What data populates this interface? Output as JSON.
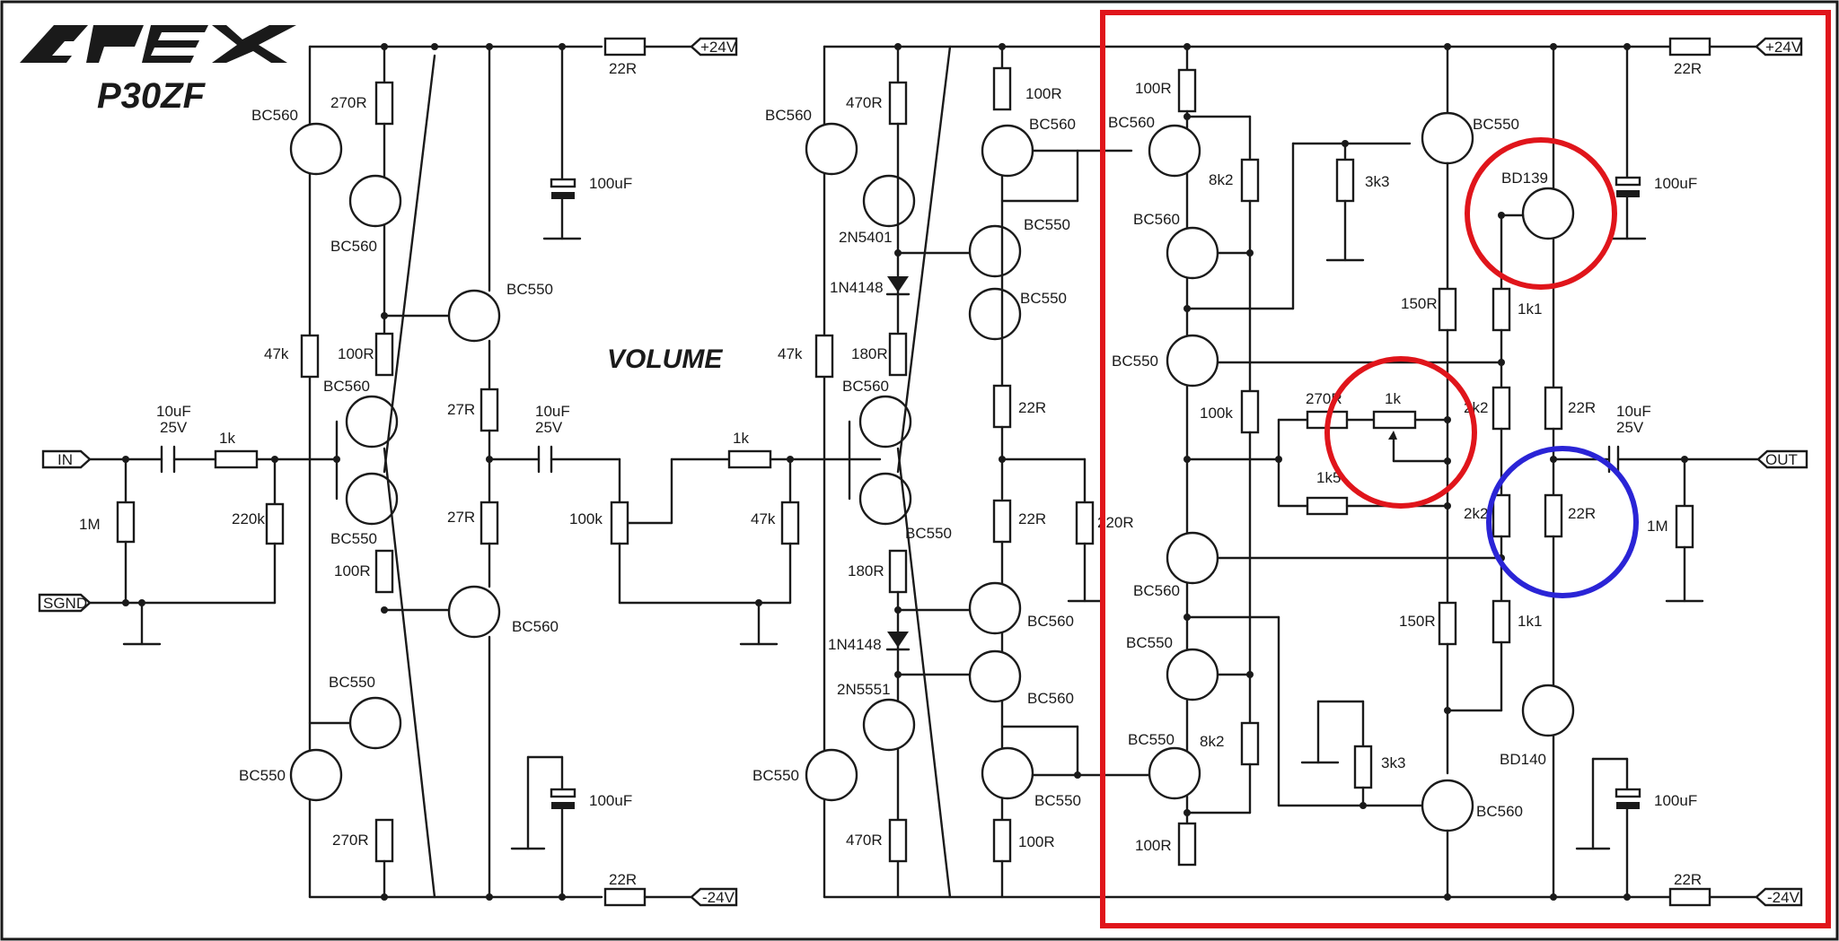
{
  "brand": {
    "logo_text": "APEX",
    "model": "P30ZF"
  },
  "volume_label": "VOLUME",
  "connectors": {
    "in": "IN",
    "sgnd": "SGND",
    "out": "OUT",
    "vplus_left": "+24V",
    "vminus_left": "-24V",
    "vplus_right": "+24V",
    "vminus_right": "-24V"
  },
  "components": {
    "input_cap": "10uF",
    "input_cap_v": "25V",
    "r_in_series": "1k",
    "r_in_1m": "1M",
    "r_in_220k": "220k",
    "q1": "BC560",
    "r_270_top": "270R",
    "q2": "BC560",
    "r_47k_left": "47k",
    "r_100r_left": "100R",
    "q3": "BC560",
    "q4": "BC550",
    "r_100r_left_b": "100R",
    "q5": "BC550",
    "q6": "BC550",
    "r_270_bot": "270R",
    "q7": "BC550",
    "r_27r_a": "27R",
    "r_27r_b": "27R",
    "q8": "BC560",
    "r_22r_tl": "22R",
    "c_100uf_tl": "100uF",
    "c_100uf_bl": "100uF",
    "r_22r_bl": "22R",
    "mid_cap": "10uF",
    "mid_cap_v": "25V",
    "pot_100k": "100k",
    "r_1k_mid": "1k",
    "r_47k_mid": "47k",
    "q9": "BC560",
    "r_470r_top": "470R",
    "q10": "2N5401",
    "d1": "1N4148",
    "r_180r_a": "180R",
    "r_47k_c": "47k",
    "q11": "BC560",
    "q12": "BC550",
    "r_180r_b": "180R",
    "d2": "1N4148",
    "q13": "2N5551",
    "q14": "BC550",
    "r_470r_bot": "470R",
    "r_100r_c": "100R",
    "q15": "BC560",
    "q16": "BC550",
    "q17": "BC550",
    "r_22r_c1": "22R",
    "r_22r_c2": "22R",
    "r_220r": "220R",
    "q18": "BC560",
    "q19": "BC560",
    "q20": "BC550",
    "r_100r_c2": "100R",
    "r_100r_d": "100R",
    "q21": "BC560",
    "r_8k2_a": "8k2",
    "q22": "BC560",
    "q23": "BC550",
    "r_100k_d": "100k",
    "q24": "BC560",
    "q25": "BC550",
    "q26": "BC550",
    "r_8k2_b": "8k2",
    "r_100r_d2": "100R",
    "q27": "BC550",
    "r_3k3_a": "3k3",
    "r_270r_d": "270R",
    "pot_1k": "1k",
    "r_1k5": "1k5",
    "r_3k3_b": "3k3",
    "q28": "BC560",
    "r_150r_a": "150R",
    "r_150r_b": "150R",
    "q29": "BD139",
    "r_1k1_a": "1k1",
    "r_2k2_a": "2k2",
    "r_2k2_b": "2k2",
    "r_1k1_b": "1k1",
    "q30": "BD140",
    "r_22r_e1": "22R",
    "r_22r_e2": "22R",
    "out_cap": "10uF",
    "out_cap_v": "25V",
    "r_1m_out": "1M",
    "r_22r_tr": "22R",
    "c_100uf_tr": "100uF",
    "c_100uf_br": "100uF",
    "r_22r_br": "22R"
  },
  "highlight_colors": {
    "box": "#e0151b",
    "red": "#e0151b",
    "blue": "#2a24d6"
  }
}
